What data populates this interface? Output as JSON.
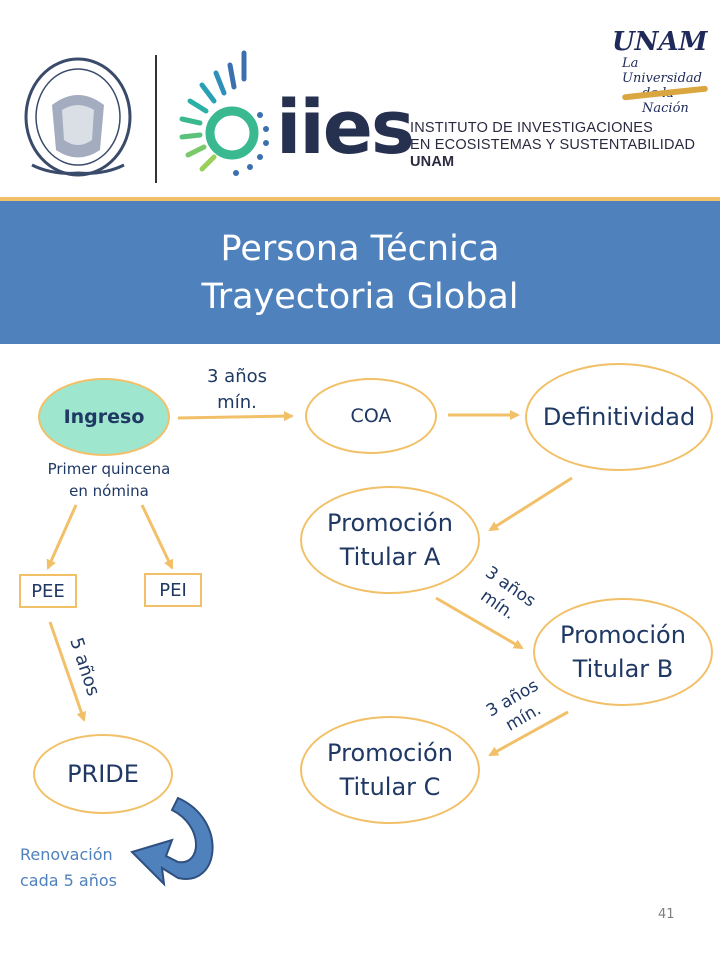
{
  "header": {
    "institute_lines": [
      "INSTITUTO DE INVESTIGACIONES",
      "EN ECOSISTEMAS Y SUSTENTABILIDAD",
      "UNAM"
    ],
    "iies_wordmark": "iies",
    "unam_logo_text": [
      "UNAM",
      "La Universidad",
      "de la Nación"
    ]
  },
  "banner": {
    "title_line1": "Persona Técnica",
    "title_line2": "Trayectoria Global"
  },
  "nodes": {
    "ingreso": "Ingreso",
    "coa": "COA",
    "definitividad": "Definitividad",
    "titular_a": [
      "Promoción",
      "Titular A"
    ],
    "titular_b": [
      "Promoción",
      "Titular B"
    ],
    "titular_c": [
      "Promoción",
      "Titular C"
    ],
    "pee": "PEE",
    "pei": "PEI",
    "pride": "PRIDE"
  },
  "labels": {
    "primer_quincena": [
      "Primer quincena",
      "en nómina"
    ],
    "tres_anios_1": [
      "3 años",
      "mín."
    ],
    "tres_anios_2": [
      "3 años",
      "mín."
    ],
    "tres_anios_3": [
      "3 años",
      "mín."
    ],
    "cinco_anios": "5 años",
    "renovacion": [
      "Renovación",
      "cada 5 años"
    ]
  },
  "page_number": "41",
  "colors": {
    "banner": "#4f81bd",
    "accent": "#f2c068",
    "ingreso_fill": "#9fe6cf",
    "text_dark": "#1f3864",
    "curve_arrow": "#4f81bd"
  }
}
